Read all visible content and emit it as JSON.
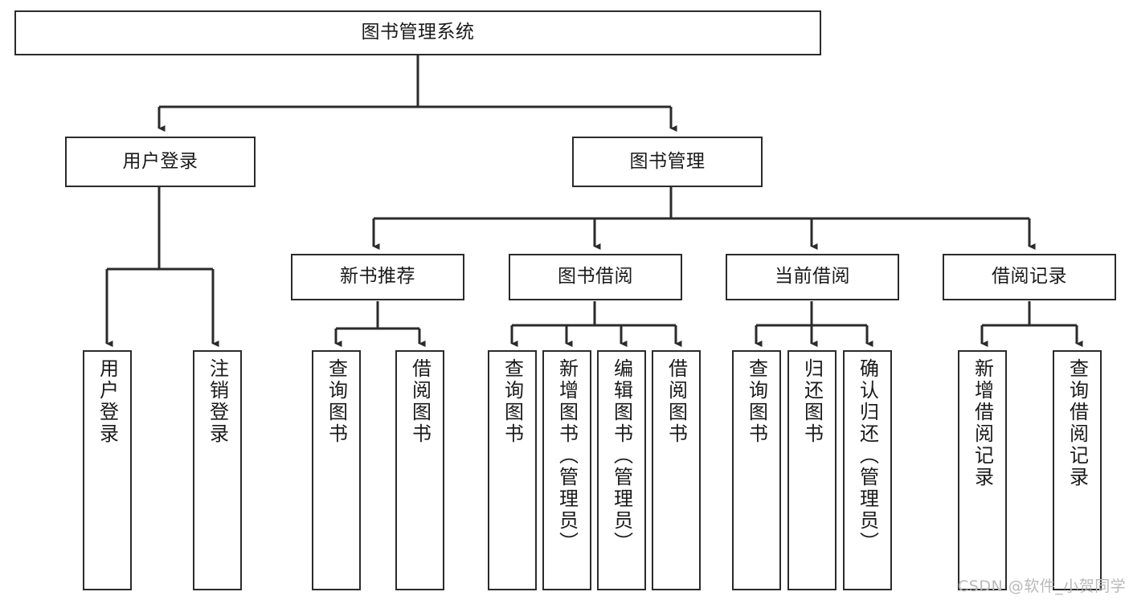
{
  "diagram": {
    "title": "图书管理系统",
    "type": "tree-hierarchy-diagram",
    "colors": {
      "box_border": "#2b2b2b",
      "box_fill": "#ffffff",
      "connector": "#2b2b2b",
      "canvas": "#ffffff",
      "watermark": "#b9b9b9"
    },
    "nodes": {
      "root": {
        "label": "图书管理系统"
      },
      "level2": [
        {
          "label": "用户登录"
        },
        {
          "label": "图书管理"
        }
      ],
      "level3": [
        {
          "label": "新书推荐"
        },
        {
          "label": "图书借阅"
        },
        {
          "label": "当前借阅"
        },
        {
          "label": "借阅记录"
        }
      ],
      "leaves": {
        "user_login": [
          {
            "label": "用户登录"
          },
          {
            "label": "注销登录"
          }
        ],
        "new_book_recommend": [
          {
            "label": "查询图书"
          },
          {
            "label": "借阅图书"
          }
        ],
        "book_borrow": [
          {
            "label": "查询图书"
          },
          {
            "label": "新增图书（管理员）"
          },
          {
            "label": "编辑图书（管理员）"
          },
          {
            "label": "借阅图书"
          }
        ],
        "current_borrow": [
          {
            "label": "查询图书"
          },
          {
            "label": "归还图书"
          },
          {
            "label": "确认归还（管理员）"
          }
        ],
        "borrow_records": [
          {
            "label": "新增借阅记录"
          },
          {
            "label": "查询借阅记录"
          }
        ]
      }
    }
  },
  "watermark": {
    "text": "CSDN @软件_小贺同学"
  }
}
